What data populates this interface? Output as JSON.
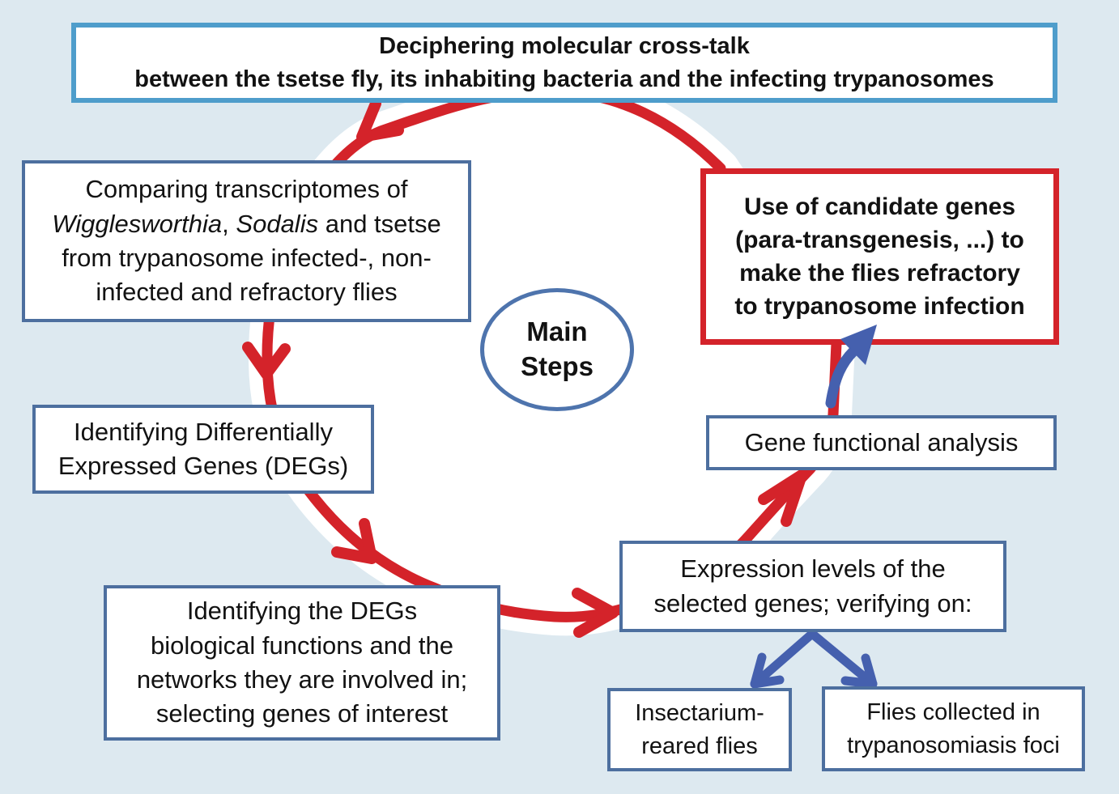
{
  "figure": {
    "type": "cyclic-flow-diagram",
    "colors": {
      "background": "#dde9f0",
      "cycle_arrow_red": "#d4232a",
      "box_border_blue": "#4d6f9f",
      "title_border_blue": "#4e9dcb",
      "ellipse_border_blue": "#4e74ad",
      "secondary_arrow_blue": "#4560ae",
      "box_fill": "#ffffff",
      "text": "#121212"
    }
  },
  "title": {
    "lines": [
      "Deciphering molecular cross-talk",
      "between the tsetse fly, its inhabiting bacteria and the infecting trypanosomes"
    ]
  },
  "center": {
    "lines": [
      "Main",
      "Steps"
    ]
  },
  "boxes": {
    "comparing": {
      "line1": "Comparing transcriptomes of",
      "line2_segments": [
        {
          "text": "Wigglesworthia",
          "style": "italic"
        },
        {
          "text": ", ",
          "style": "normal"
        },
        {
          "text": "Sodalis",
          "style": "italic"
        },
        {
          "text": " and tsetse",
          "style": "normal"
        }
      ],
      "line3": "from trypanosome infected-, non-",
      "line4": "infected and refractory flies"
    },
    "degs": {
      "lines": [
        "Identifying Differentially",
        "Expressed Genes (DEGs)"
      ]
    },
    "functions": {
      "lines": [
        "Identifying the DEGs",
        "biological functions and the",
        "networks they are involved in;",
        "selecting genes of interest"
      ]
    },
    "expression": {
      "lines": [
        "Expression levels of the",
        "selected genes; verifying on:"
      ]
    },
    "gene_functional": {
      "lines": [
        "Gene functional analysis"
      ]
    },
    "candidate": {
      "lines": [
        "Use of candidate genes",
        "(para-transgenesis, ...) to",
        "make the flies refractory",
        "to trypanosome infection"
      ]
    },
    "insectarium": {
      "lines": [
        "Insectarium-",
        "reared flies"
      ]
    },
    "field_flies": {
      "lines": [
        "Flies collected in",
        "trypanosomiasis foci"
      ]
    }
  }
}
